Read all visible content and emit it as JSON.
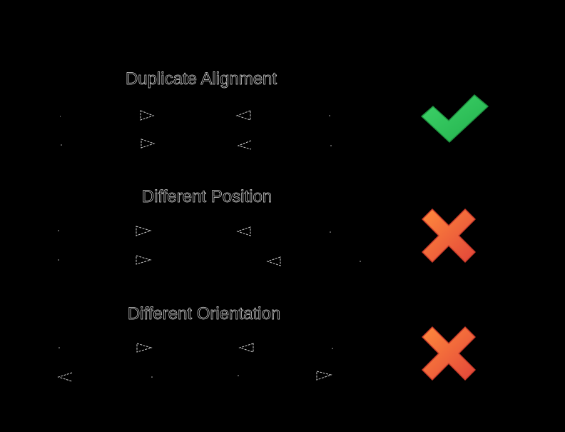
{
  "sections": [
    {
      "title": "Duplicate Alignment",
      "result": "check",
      "result_color": "#2ecc5a"
    },
    {
      "title": "Different Position",
      "result": "cross",
      "result_color": "#f0663c"
    },
    {
      "title": "Different Orientation",
      "result": "cross",
      "result_color": "#f0663c"
    }
  ],
  "colors": {
    "background": "#000000",
    "check": "#2ecc5a",
    "cross": "#f0663c",
    "cross_edge": "#c93a2a"
  }
}
